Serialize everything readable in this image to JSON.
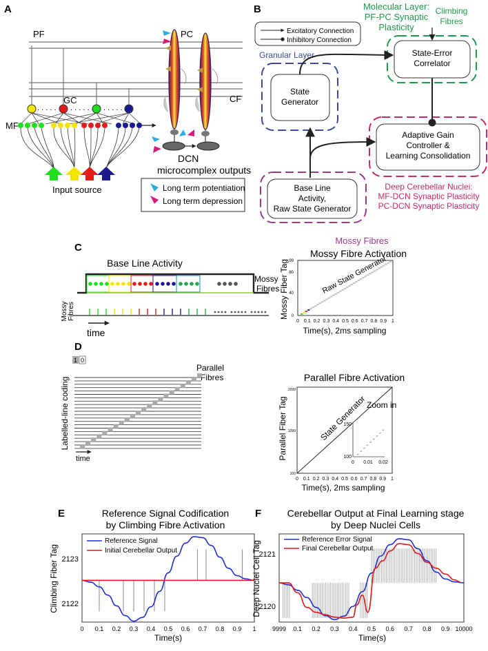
{
  "panel_labels": {
    "a": "A",
    "b": "B",
    "c": "C",
    "d": "D",
    "e": "E",
    "f": "F"
  },
  "panelA": {
    "pf": "PF",
    "pc": "PC",
    "cf": "CF",
    "gc": "GC",
    "mf": "MF",
    "dcn": "DCN",
    "dcn_outputs": "microcomplex outputs",
    "input_source": "Input source",
    "dots1": ". . . . .",
    "dots2": ". . . . . .",
    "dots3": ". . . . . .",
    "legend_ltp": "Long term potentiation",
    "legend_ltd": "Long term depression",
    "colors": {
      "green": "#22dd22",
      "yellow": "#f5e400",
      "red": "#e21b1b",
      "blue": "#1a1a8c",
      "ltp": "#2ab0e0",
      "ltd": "#d81b7a"
    }
  },
  "panelB": {
    "legend_exc": "Excitatory Connection",
    "legend_inh": "Inhibitory Connection",
    "molecular": [
      "Molecular Layer:",
      "PF-PC Synaptic",
      "Plasticity"
    ],
    "climbing": [
      "Climbing",
      "Fibres"
    ],
    "granular": "Granular Layer",
    "correlator": [
      "State-Error",
      "Correlator"
    ],
    "state": [
      "State",
      "Generator"
    ],
    "adaptive": [
      "Adaptive Gain",
      "Controller &",
      "Learning Consolidation"
    ],
    "baseline": [
      "Base Line",
      "Activity,",
      "Raw State Generator"
    ],
    "dcn": [
      "Deep Cerebellar Nuclei:",
      "MF-DCN Synaptic Plasticity",
      "PC-DCN Synaptic Plasticity"
    ],
    "colors": {
      "green": "#1a9a4a",
      "blue": "#3a4a9a",
      "pink": "#c8286a",
      "purple": "#9a3a8a"
    }
  },
  "panelC": {
    "mossy_fibres_title": "Mossy Fibres",
    "baseline": "Base Line Activity",
    "mossy": "Mossy",
    "fibres": "Fibres",
    "time": "time",
    "chart_title": "Mossy Fibre Activation",
    "ylabel": "Mossy Fiber Tag",
    "xlabel": "Time(s), 2ms sampling",
    "annotation": "Raw State Generator",
    "yticks": [
      "99",
      "80",
      "40",
      "0"
    ],
    "xticks": [
      "0",
      "0.1",
      "0.2",
      "0.3",
      "0.4",
      "0.5",
      "0.6",
      "0.7",
      "0.8",
      "0.9",
      "1"
    ]
  },
  "panelD": {
    "bit1": "1",
    "bit0": "0",
    "parallel": "Parallel",
    "fibres": "Fibres",
    "labelled": "Labelled-line coding",
    "time": "time",
    "chart_title": "Parallel Fibre Activation",
    "ylabel": "Parallel Fiber Tag",
    "xlabel": "Time(s), 2ms sampling",
    "annotation": "State Generator",
    "zoom_label": "Zoom in",
    "yticks": [
      "2099",
      "1099",
      "100"
    ],
    "xticks": [
      "0",
      "0.1",
      "0.2",
      "0.3",
      "0.4",
      "0.5",
      "0.6",
      "0.7",
      "0.8",
      "0.9",
      "1"
    ],
    "zoom_yticks": [
      "150",
      "100"
    ],
    "zoom_xticks": [
      "0",
      "0.01",
      "0.02"
    ]
  },
  "chart_data": [
    {
      "type": "line",
      "title": "Reference Signal Codification\nby Climbing Fibre Activation",
      "xlabel": "Time(s)",
      "ylabel": "Climbing Fiber Tag",
      "xlim": [
        0,
        1
      ],
      "ylim": [
        2121.6,
        2123.5
      ],
      "xticks": [
        "0",
        "0.1",
        "0.2",
        "0.3",
        "0.4",
        "0.5",
        "0.6",
        "0.7",
        "0.8",
        "0.9",
        "1"
      ],
      "yticks": [
        "2123",
        "2122"
      ],
      "series": [
        {
          "name": "Reference  Signal",
          "color": "#1f2fd8",
          "x": [
            0,
            0.05,
            0.1,
            0.15,
            0.2,
            0.25,
            0.3,
            0.35,
            0.4,
            0.45,
            0.5,
            0.55,
            0.6,
            0.65,
            0.7,
            0.75,
            0.8,
            0.85,
            0.9,
            0.95,
            1
          ],
          "y": [
            2122.5,
            2122.46,
            2122.36,
            2122.18,
            2121.95,
            2121.74,
            2121.62,
            2121.7,
            2121.93,
            2122.26,
            2122.66,
            2123.02,
            2123.3,
            2123.44,
            2123.42,
            2123.25,
            2123.0,
            2122.76,
            2122.6,
            2122.53,
            2122.5
          ]
        },
        {
          "name": "Initial Cerebellar Output",
          "color": "#e01818",
          "x": [
            0,
            1
          ],
          "y": [
            2122.5,
            2122.5
          ]
        }
      ],
      "spikes_down": [
        0.1,
        0.24,
        0.3,
        0.36,
        0.42,
        0.48
      ],
      "spikes_up": [
        0.67,
        0.72,
        0.93
      ]
    },
    {
      "type": "line",
      "title": "Cerebellar Output at Final Learning stage\nby Deep Nuclei Cells",
      "xlabel": "Time(s)",
      "ylabel": "Deep Nuclei Cell Tag",
      "xlim": [
        0,
        1
      ],
      "ylim": [
        2119.8,
        2121.6
      ],
      "xticks": [
        "9999",
        "0.1",
        "0.2",
        "0.3",
        "0.4",
        "0.5",
        "0.6",
        "0.7",
        "0.8",
        "0.9",
        "10000"
      ],
      "yticks": [
        "2121",
        "2120"
      ],
      "series": [
        {
          "name": "Reference Error Signal",
          "color": "#1f2fd8",
          "x": [
            0,
            0.05,
            0.1,
            0.15,
            0.2,
            0.25,
            0.3,
            0.35,
            0.4,
            0.45,
            0.5,
            0.55,
            0.6,
            0.65,
            0.7,
            0.75,
            0.8,
            0.85,
            0.9,
            0.95,
            1
          ],
          "y": [
            2120.6,
            2120.56,
            2120.45,
            2120.3,
            2120.1,
            2119.93,
            2119.85,
            2119.92,
            2120.12,
            2120.42,
            2120.8,
            2121.15,
            2121.38,
            2121.5,
            2121.48,
            2121.3,
            2121.05,
            2120.82,
            2120.68,
            2120.62,
            2120.6
          ]
        },
        {
          "name": "Final Cerebellar Output",
          "color": "#e01818",
          "x": [
            0,
            0.05,
            0.1,
            0.15,
            0.2,
            0.25,
            0.3,
            0.35,
            0.4,
            0.42,
            0.45,
            0.48,
            0.52,
            0.56,
            0.6,
            0.65,
            0.7,
            0.75,
            0.8,
            0.85,
            0.9,
            0.95,
            0.98
          ],
          "y": [
            2120.6,
            2120.6,
            2120.4,
            2120.1,
            2120.0,
            2119.95,
            2119.9,
            2119.88,
            2119.9,
            2120.15,
            2120.35,
            2120.0,
            2120.9,
            2121.05,
            2121.25,
            2121.4,
            2121.38,
            2121.2,
            2121.02,
            2120.9,
            2120.78,
            2120.66,
            2120.62
          ]
        }
      ],
      "shaded_regions": [
        {
          "x0": 0.02,
          "x1": 0.06,
          "y0": 2119.88,
          "y1": 2120.6
        },
        {
          "x0": 0.18,
          "x1": 0.38,
          "y0": 2119.88,
          "y1": 2120.6
        },
        {
          "x0": 0.44,
          "x1": 0.48,
          "y0": 2119.88,
          "y1": 2120.6
        },
        {
          "x0": 0.5,
          "x1": 0.85,
          "y0": 2120.6,
          "y1": 2121.3
        }
      ]
    }
  ]
}
